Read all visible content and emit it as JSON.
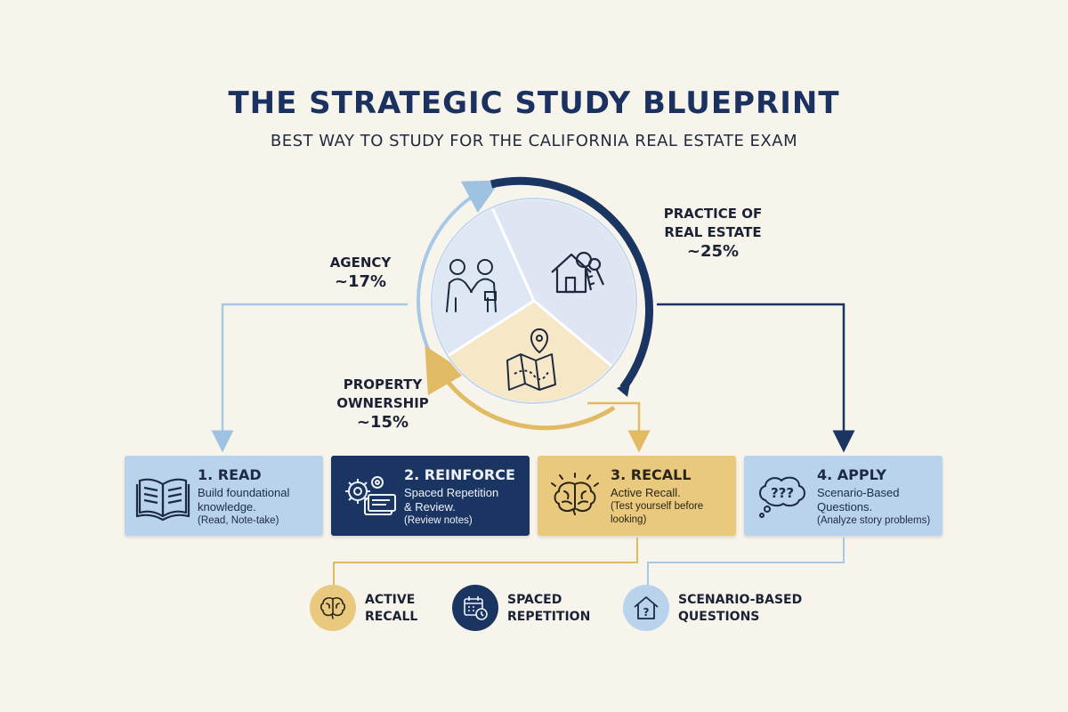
{
  "header": {
    "title": "THE STRATEGIC STUDY BLUEPRINT",
    "subtitle": "BEST WAY TO STUDY FOR THE CALIFORNIA REAL ESTATE EXAM"
  },
  "segments": [
    {
      "name": "AGENCY",
      "percent": "~17%",
      "color": "#dde8f4",
      "icon": "handshake-icon"
    },
    {
      "name_line1": "PRACTICE OF",
      "name_line2": "REAL ESTATE",
      "percent": "~25%",
      "color": "#dfe5f2",
      "icon": "house-keys-icon"
    },
    {
      "name_line1": "PROPERTY",
      "name_line2": "OWNERSHIP",
      "percent": "~15%",
      "color": "#f6e8c6",
      "icon": "map-pin-icon"
    }
  ],
  "steps": [
    {
      "title": "1. READ",
      "desc_line1": "Build foundational",
      "desc_line2": "knowledge.",
      "note_line1": "(Read, Note-take)",
      "note_line2": "",
      "icon": "open-book-icon"
    },
    {
      "title": "2. REINFORCE",
      "desc_line1": "Spaced Repetition",
      "desc_line2": "& Review.",
      "note_line1": "(Review notes)",
      "note_line2": "",
      "icon": "gears-cards-icon"
    },
    {
      "title": "3. RECALL",
      "desc_line1": "Active Recall.",
      "desc_line2": "",
      "note_line1": "(Test yourself before",
      "note_line2": "looking)",
      "icon": "brain-icon"
    },
    {
      "title": "4. APPLY",
      "desc_line1": "Scenario-Based",
      "desc_line2": "Questions.",
      "note_line1": "(Analyze story problems)",
      "note_line2": "",
      "icon": "thought-bubble-icon"
    }
  ],
  "techniques": [
    {
      "line1": "ACTIVE",
      "line2": "RECALL",
      "icon": "brain-icon",
      "color": "#e9c97d"
    },
    {
      "line1": "SPACED",
      "line2": "REPETITION",
      "icon": "calendar-clock-icon",
      "color": "#1b3562"
    },
    {
      "line1": "SCENARIO-BASED",
      "line2": "QUESTIONS",
      "icon": "house-question-icon",
      "color": "#b9d3ec"
    }
  ],
  "colors": {
    "navy": "#1b3562",
    "light_blue": "#b9d3ec",
    "gold": "#e9c97d",
    "background": "#f7f4ec"
  }
}
